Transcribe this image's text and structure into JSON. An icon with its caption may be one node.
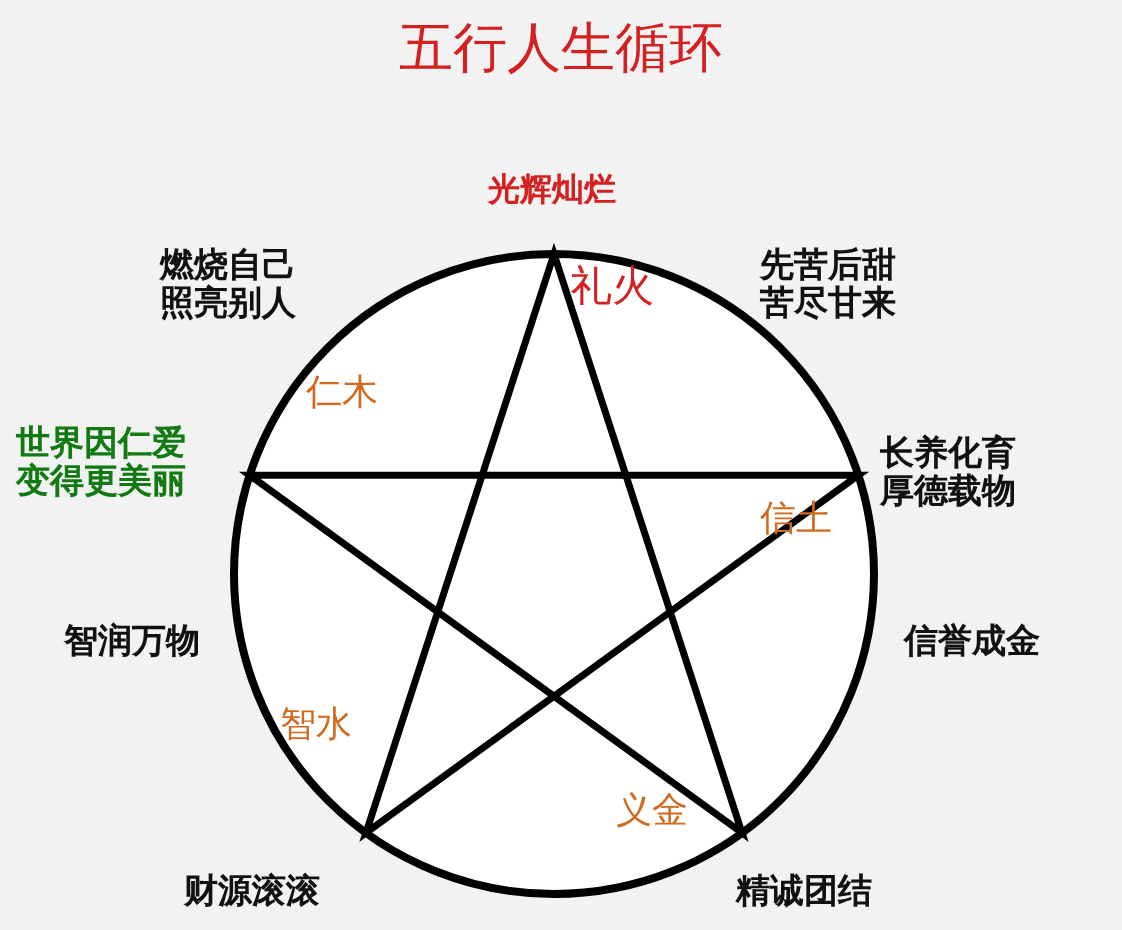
{
  "diagram": {
    "title": "五行人生循环",
    "labels": [
      "光辉灿烂",
      "燃烧自己照亮别人",
      "礼火",
      "先苦后甜苦尽甘来",
      "仁木",
      "世界因仁爱变得更美丽",
      "长养化育厚德载物",
      "信土",
      "智润万物",
      "信誉成金",
      "智水",
      "义金",
      "财源滚滚",
      "精诚团结"
    ]
  }
}
